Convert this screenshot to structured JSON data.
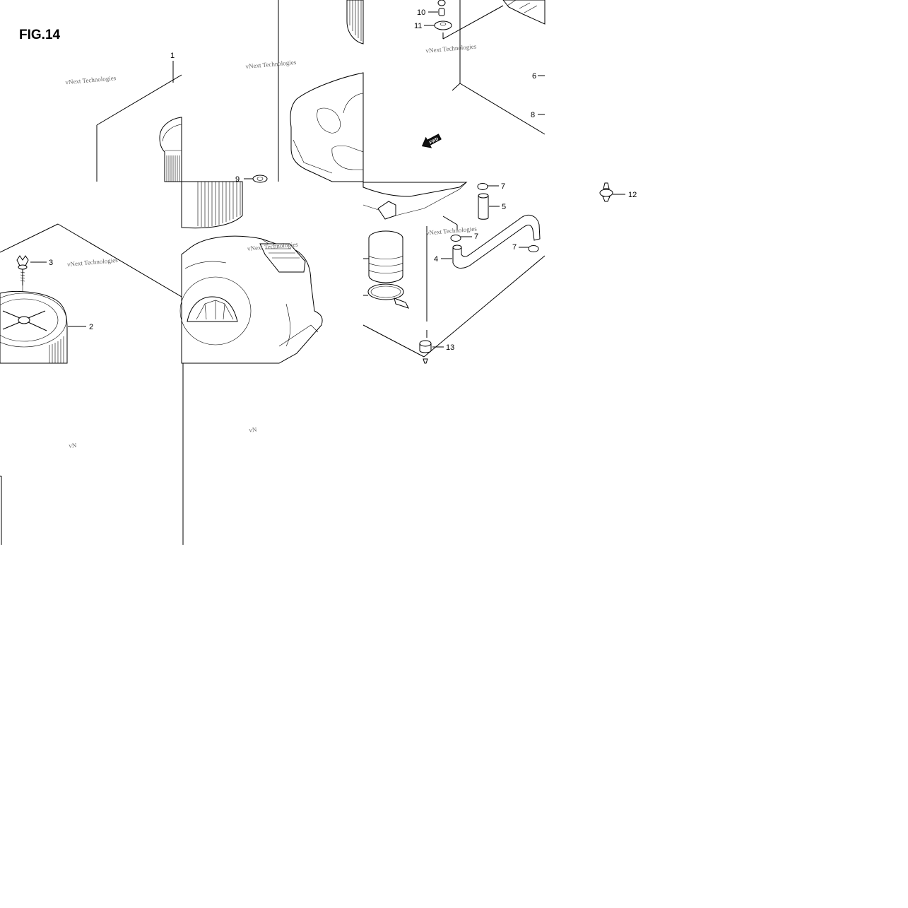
{
  "figure": {
    "title": "FIG.14"
  },
  "callouts": [
    {
      "id": "c1",
      "label": "1"
    },
    {
      "id": "c2",
      "label": "2"
    },
    {
      "id": "c3",
      "label": "3"
    },
    {
      "id": "c4",
      "label": "4"
    },
    {
      "id": "c5",
      "label": "5"
    },
    {
      "id": "c6",
      "label": "6"
    },
    {
      "id": "c7a",
      "label": "7"
    },
    {
      "id": "c7b",
      "label": "7"
    },
    {
      "id": "c7c",
      "label": "7"
    },
    {
      "id": "c8",
      "label": "8"
    },
    {
      "id": "c9",
      "label": "9"
    },
    {
      "id": "c10",
      "label": "10"
    },
    {
      "id": "c11",
      "label": "11"
    },
    {
      "id": "c12",
      "label": "12"
    },
    {
      "id": "c13",
      "label": "13"
    }
  ],
  "watermark": {
    "text": "vNext Technologies",
    "fragment": "vN"
  },
  "arrow": {
    "label": "FWD"
  }
}
